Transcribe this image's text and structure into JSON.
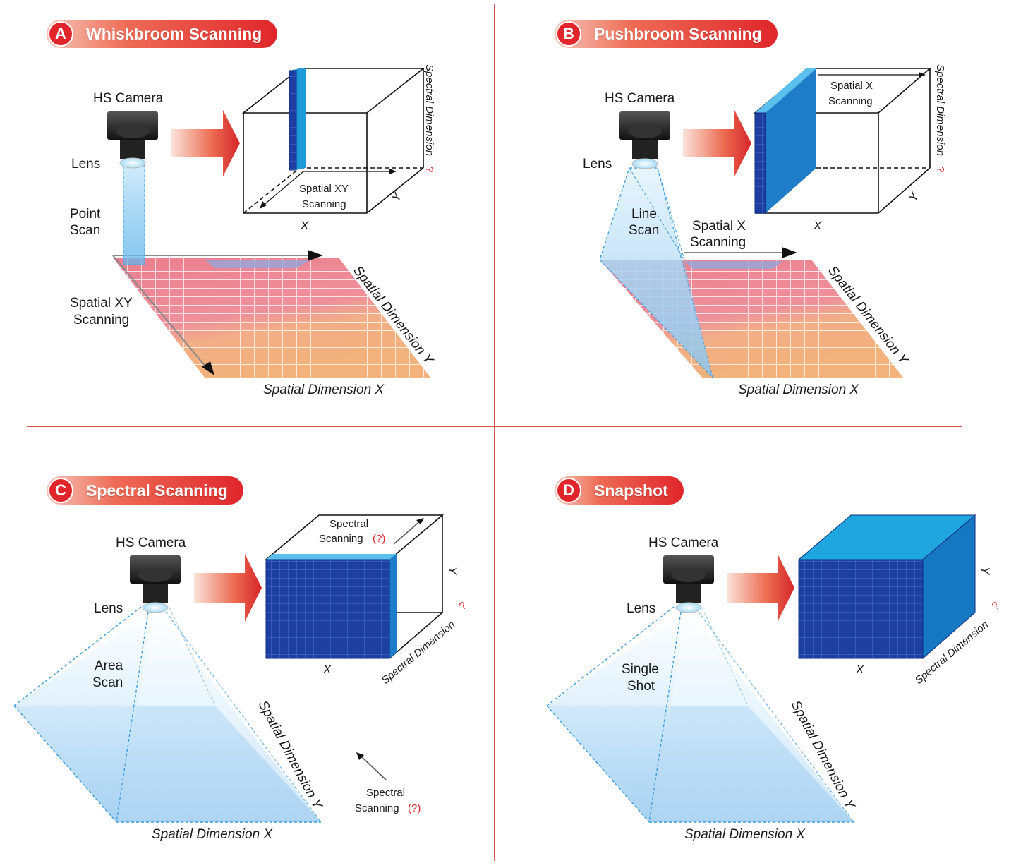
{
  "panels": {
    "a": {
      "letter": "A",
      "title": "Whiskbroom Scanning",
      "camera_label": "HS Camera",
      "lens_label": "Lens",
      "scan_label_1": "Point",
      "scan_label_2": "Scan",
      "scanning_label_1": "Spatial XY",
      "scanning_label_2": "Scanning",
      "cube_scan_1": "Spatial XY",
      "cube_scan_2": "Scanning",
      "cube_x": "X",
      "cube_y": "Y",
      "cube_spectral": "Spectral Dimension",
      "q_mark": "?",
      "plane_x": "Spatial Dimension X",
      "plane_y": "Spatial Dimension Y"
    },
    "b": {
      "letter": "B",
      "title": "Pushbroom Scanning",
      "camera_label": "HS Camera",
      "lens_label": "Lens",
      "scan_label_1": "Line",
      "scan_label_2": "Scan",
      "scanning_label_1": "Spatial X",
      "scanning_label_2": "Scanning",
      "cube_scan_1": "Spatial X",
      "cube_scan_2": "Scanning",
      "cube_x": "X",
      "cube_y": "Y",
      "cube_spectral": "Spectral Dimension",
      "q_mark": "?",
      "plane_x": "Spatial Dimension X",
      "plane_y": "Spatial Dimension Y"
    },
    "c": {
      "letter": "C",
      "title": "Spectral Scanning",
      "camera_label": "HS Camera",
      "lens_label": "Lens",
      "scan_label_1": "Area",
      "scan_label_2": "Scan",
      "cube_scan_1": "Spectral",
      "cube_scan_2": "Scanning",
      "cube_q": "(?)",
      "cube_x": "X",
      "cube_y": "Y",
      "cube_spectral": "Spectral Dimension",
      "q_mark": "?",
      "side_scan_1": "Spectral",
      "side_scan_2": "Scanning",
      "side_q": "(?)",
      "plane_x": "Spatial Dimension X",
      "plane_y": "Spatial Dimension Y"
    },
    "d": {
      "letter": "D",
      "title": "Snapshot",
      "camera_label": "HS Camera",
      "lens_label": "Lens",
      "scan_label_1": "Single",
      "scan_label_2": "Shot",
      "cube_x": "X",
      "cube_y": "Y",
      "cube_spectral": "Spectral Dimension",
      "q_mark": "?",
      "plane_x": "Spatial Dimension X",
      "plane_y": "Spatial Dimension Y"
    }
  },
  "colors": {
    "accent_red": "#e0262b",
    "cube_blue": "#1f3fa0",
    "cube_light_blue": "#1e9ad8",
    "scene_pink": "#ee8a95",
    "scene_orange": "#f0b07a",
    "beam_blue": "#7cc4ee"
  }
}
